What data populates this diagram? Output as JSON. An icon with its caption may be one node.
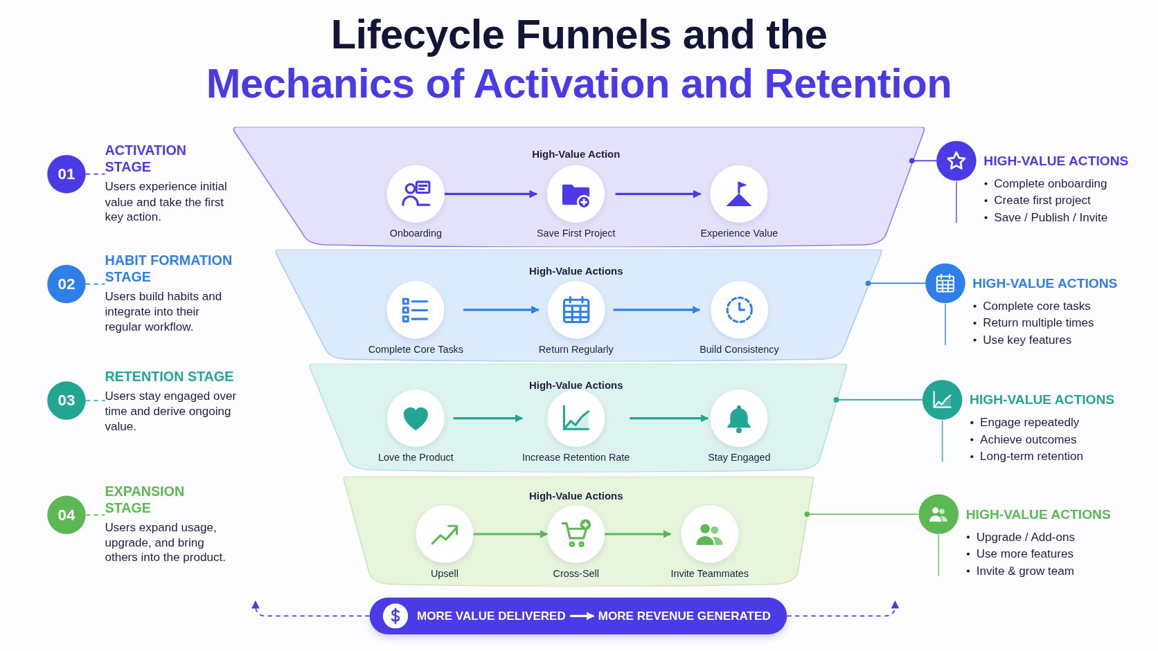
{
  "diagram": {
    "title": "Lifecycle Funnels and the Mechanics of Activation and Retention",
    "nodes": [
      {
        "text": [
          "01"
        ]
      },
      {
        "text": [
          "ACTIVATION STAGE",
          "Users experience initial value and take the first key action."
        ]
      },
      {
        "text": [
          "High-Value Action"
        ]
      },
      {
        "text": [
          "Onboarding"
        ],
        "in": 2
      },
      {
        "text": [
          "Save First Project"
        ],
        "in": 2
      },
      {
        "text": [
          "Experience Value"
        ],
        "in": 2
      },
      {
        "text": [
          "HIGH-VALUE ACTIONS",
          "Complete onboarding",
          "Create first project",
          "Save / Publish / Invite"
        ]
      },
      {
        "text": [
          "02"
        ]
      },
      {
        "text": [
          "HABIT FORMATION STAGE",
          "Users build habits and integrate into their regular workflow."
        ]
      },
      {
        "text": [
          "High-Value Actions"
        ]
      },
      {
        "text": [
          "Complete Core Tasks"
        ],
        "in": 9
      },
      {
        "text": [
          "Return Regularly"
        ],
        "in": 9
      },
      {
        "text": [
          "Build Consistency"
        ],
        "in": 9
      },
      {
        "text": [
          "HIGH-VALUE ACTIONS",
          "Complete core tasks",
          "Return multiple times",
          "Use key features"
        ]
      },
      {
        "text": [
          "03"
        ]
      },
      {
        "text": [
          "RETENTION STAGE",
          "Users stay engaged over time and derive ongoing value."
        ]
      },
      {
        "text": [
          "High-Value Actions"
        ]
      },
      {
        "text": [
          "Love the Product"
        ],
        "in": 16
      },
      {
        "text": [
          "Increase Retention Rate"
        ],
        "in": 16
      },
      {
        "text": [
          "Stay Engaged"
        ],
        "in": 16
      },
      {
        "text": [
          "HIGH-VALUE ACTIONS",
          "Engage repeatedly",
          "Achieve outcomes",
          "Long-term retention"
        ]
      },
      {
        "text": [
          "04"
        ]
      },
      {
        "text": [
          "EXPANSION STAGE",
          "Users expand usage, upgrade, and bring others into the product."
        ]
      },
      {
        "text": [
          "High-Value Actions"
        ]
      },
      {
        "text": [
          "Upsell"
        ],
        "in": 23
      },
      {
        "text": [
          "Cross-Sell"
        ],
        "in": 23
      },
      {
        "text": [
          "Invite Teammates"
        ],
        "in": 23
      },
      {
        "text": [
          "HIGH-VALUE ACTIONS",
          "Upgrade / Add-ons",
          "Use more features",
          "Invite & grow team"
        ]
      },
      {
        "text": [],
        "shape": "box"
      },
      {
        "text": [
          "MORE VALUE DELIVERED"
        ],
        "in": 28
      },
      {
        "text": [
          "MORE REVENUE GENERATED"
        ],
        "in": 28
      }
    ],
    "edges": [
      {
        "from": 0,
        "to": 1,
        "arrow": "none",
        "style": "dashed",
        "color": "#4b3be6"
      },
      {
        "from": 3,
        "to": 4,
        "arrow": "to",
        "color": "#4b3be6"
      },
      {
        "from": 4,
        "to": 5,
        "arrow": "to",
        "color": "#4b3be6"
      },
      {
        "from": 2,
        "to": 6,
        "arrow": "other",
        "color": "#4b3be6"
      },
      {
        "from": 7,
        "to": 8,
        "arrow": "none",
        "style": "dashed",
        "color": "#2f7fe8"
      },
      {
        "from": 10,
        "to": 11,
        "arrow": "to",
        "color": "#2f7fe8"
      },
      {
        "from": 11,
        "to": 12,
        "arrow": "to",
        "color": "#2f7fe8"
      },
      {
        "from": 9,
        "to": 13,
        "arrow": "other",
        "color": "#2f7fe8"
      },
      {
        "from": 14,
        "to": 15,
        "arrow": "none",
        "style": "dashed",
        "color": "#23a594"
      },
      {
        "from": 17,
        "to": 18,
        "arrow": "to",
        "color": "#23a594"
      },
      {
        "from": 18,
        "to": 19,
        "arrow": "to",
        "color": "#23a594"
      },
      {
        "from": 16,
        "to": 20,
        "arrow": "other",
        "color": "#23a594"
      },
      {
        "from": 21,
        "to": 22,
        "arrow": "none",
        "style": "dashed",
        "color": "#5bb852"
      },
      {
        "from": 24,
        "to": 25,
        "arrow": "to",
        "color": "#5bb852"
      },
      {
        "from": 25,
        "to": 26,
        "arrow": "to",
        "color": "#5bb852"
      },
      {
        "from": 23,
        "to": 27,
        "arrow": "other",
        "color": "#5bb852"
      },
      {
        "from": 29,
        "to": 30,
        "arrow": "to",
        "color": "#ffffff"
      },
      {
        "from": 28,
        "to": null,
        "arrow": "to",
        "style": "dashed",
        "color": "#4b3be6"
      },
      {
        "from": 28,
        "to": null,
        "arrow": "to",
        "style": "dashed",
        "color": "#4b3be6"
      }
    ]
  }
}
